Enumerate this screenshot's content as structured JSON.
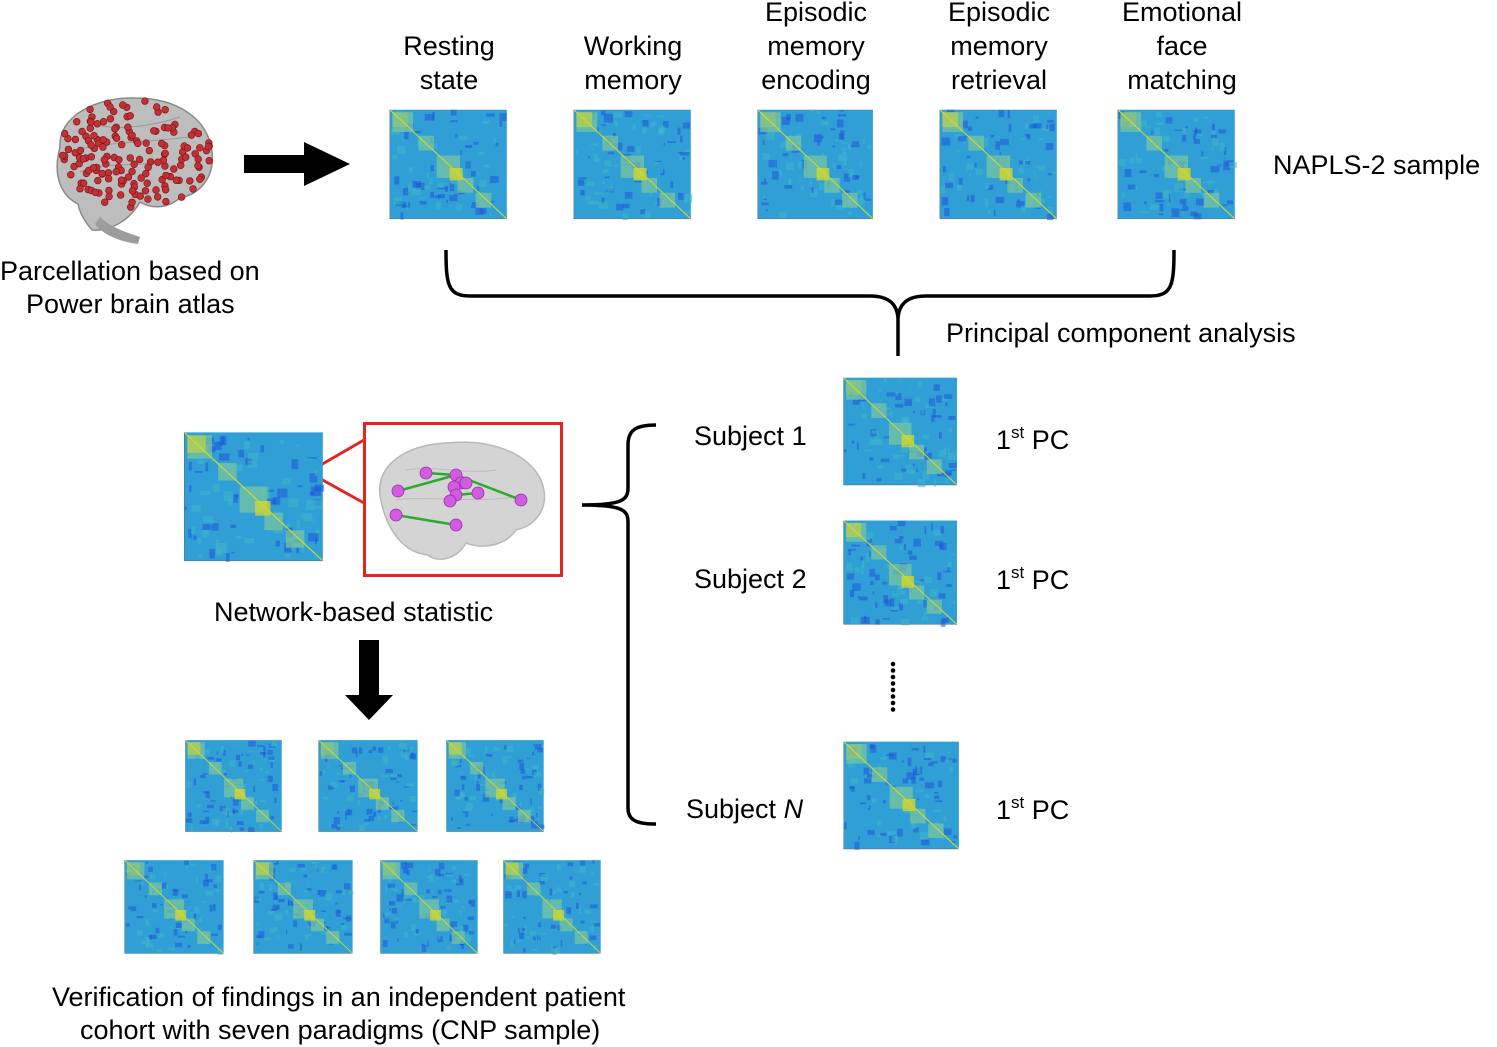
{
  "brain_caption": [
    "Parcellation based on",
    "Power brain atlas"
  ],
  "paradigms": [
    {
      "lines": [
        "Resting",
        "state"
      ]
    },
    {
      "lines": [
        "Working",
        "memory"
      ]
    },
    {
      "lines": [
        "Episodic",
        "memory",
        "encoding"
      ]
    },
    {
      "lines": [
        "Episodic",
        "memory",
        "retrieval"
      ]
    },
    {
      "lines": [
        "Emotional",
        "face",
        "matching"
      ]
    }
  ],
  "sample_label": "NAPLS-2 sample",
  "pca_label": "Principal component analysis",
  "subjects": [
    {
      "prefix": "Subject ",
      "id": "1"
    },
    {
      "prefix": "Subject ",
      "id": "2"
    },
    {
      "prefix": "Subject ",
      "id": "N"
    }
  ],
  "pc_label": {
    "pre": "1",
    "sup": "st",
    "post": " PC"
  },
  "nbs_label": "Network-based statistic",
  "verification_caption": [
    "Verification of findings in an independent patient",
    "cohort with seven paradigms (CNP sample)"
  ],
  "colors": {
    "matrix_base": "#2f9fd6",
    "matrix_low": "#1f55d8",
    "matrix_high": "#d7d92a",
    "node": "#c03034",
    "hub": "#d25ce0",
    "edge": "#2eaa2e",
    "highlight": "#e52421"
  }
}
